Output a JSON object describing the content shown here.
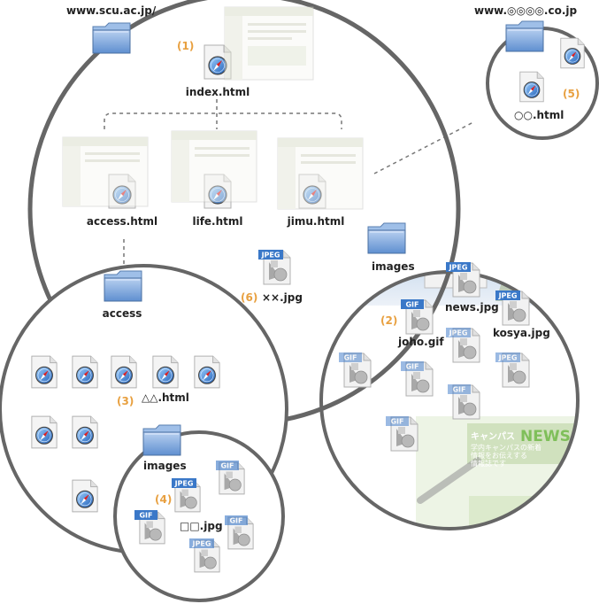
{
  "domains": {
    "main": "www.scu.ac.jp/",
    "external": "www.◎◎◎◎.co.jp"
  },
  "files": {
    "index": "index.html",
    "access": "access.html",
    "life": "life.html",
    "jimu": "jimu.html",
    "xx_jpg": "××.jpg",
    "external_html": "○○.html",
    "triangle_html": "△△.html",
    "joho_gif": "joho.gif",
    "news_jpg": "news.jpg",
    "kosya_jpg": "kosya.jpg",
    "square_jpg": "□□.jpg"
  },
  "folders": {
    "access": "access",
    "images_main": "images",
    "images_access": "images"
  },
  "markers": {
    "m1": "(1)",
    "m2": "(2)",
    "m3": "(3)",
    "m4": "(4)",
    "m5": "(5)",
    "m6": "(6)"
  },
  "badges": {
    "gif": "GIF",
    "jpeg": "JPEG"
  },
  "banner": {
    "news_title": "NEWS",
    "news_prefix": "キャンパス",
    "line1": "学内キャンパスの新着",
    "line2": "情報をお伝えする",
    "line3": "情報誌です"
  },
  "colors": {
    "circle_stroke": "#666666",
    "marker": "#e8a040",
    "badge_blue": "#3a78c8",
    "folder_blue": "#7ea9de"
  }
}
